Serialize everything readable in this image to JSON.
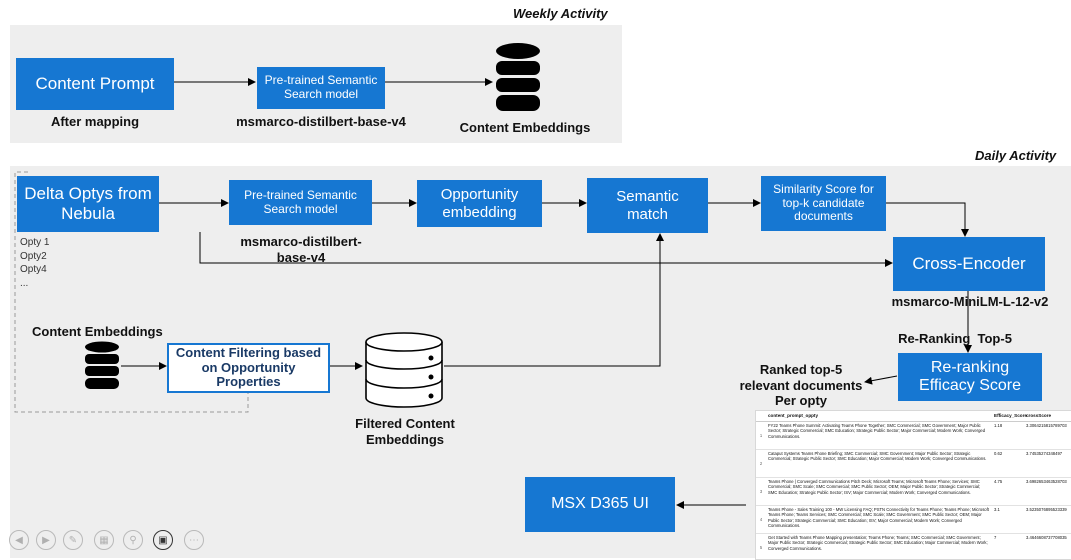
{
  "weekly": {
    "title": "Weekly Activity",
    "content_prompt": "Content Prompt",
    "after_mapping": "After mapping",
    "model_box": "Pre-trained Semantic Search model",
    "model_name": "msmarco-distilbert-base-v4",
    "content_embeddings": "Content Embeddings"
  },
  "daily": {
    "title": "Daily Activity",
    "delta_optys": "Delta Optys from Nebula",
    "opty_list": [
      "Opty 1",
      "Opty2",
      "Opty4",
      "..."
    ],
    "model_box": "Pre-trained Semantic Search model",
    "model_name": "msmarco-distilbert-base-v4",
    "opportunity_embedding": "Opportunity embedding",
    "semantic_match": "Semantic match",
    "similarity_score": "Similarity Score for top-k candidate documents",
    "cross_encoder": "Cross-Encoder",
    "cross_encoder_model": "msmarco-MiniLM-L-12-v2",
    "reranking_top5": "Re-Ranking  Top-5",
    "reranking_efficacy": "Re-ranking Efficacy Score",
    "ranked_top5": "Ranked top-5 relevant documents Per opty",
    "content_embeddings": "Content Embeddings",
    "content_filtering": "Content Filtering based on Opportunity Properties",
    "filtered_embeddings": "Filtered Content Embeddings",
    "msx_ui": "MSX D365 UI"
  },
  "table": {
    "headers": [
      "content_prompt_oppty",
      "Efficacy_Score",
      "crossScore"
    ],
    "rows": [
      {
        "idx": "1",
        "text": "FY22 Teams Phone Summit: Activating Teams Phone Together; SMC Commercial; SMC Government; Major Public Sector; Strategic Commercial; SMC Education; Strategic Public Sector; Major Commercial; Modern Work; Converged Communications.",
        "efficacy": "1.18",
        "cross": "3.3064215815789703"
      },
      {
        "idx": "2",
        "text": "Cataput Systems Teams Phone Briefing; SMC Commercial; SMC Government; Major Public Sector; Strategic Commercial; Strategic Public Sector; SMC Education; Major Commercial; Modern Work; Converged Communications.",
        "efficacy": "0.62",
        "cross": "3.74535274348497"
      },
      {
        "idx": "3",
        "text": "Teams Phone | Converged Communications Pitch Deck; Microsoft Teams; Microsoft Teams Phone; Services; SMC Commercial; SMC Scale; SMC Commercial; SMC Public Sector; OEM; Major Public Sector; Strategic Commercial; SMC Education; Strategic Public Sector; ISV; Major Commercial; Modern Work; Converged Communications.",
        "efficacy": "4.75",
        "cross": "3.6982653463528703"
      },
      {
        "idx": "4",
        "text": "Teams Phone - Sales Training 100 - MW Licensing FAQ; PSTN Connectivity for Teams Phone; Teams Phone; Microsoft Teams Phone; Teams Services; SMC Commercial; SMC Scale; SMC Government; SMC Public Sector; OEM; Major Public Sector; Strategic Commercial; SMC Education; ISV; Major Commercial; Modern Work; Converged Communications.",
        "efficacy": "3.1",
        "cross": "3.5235076895523339"
      },
      {
        "idx": "5",
        "text": "Get Started with Teams Phone Mapping presentation; Teams Phone; Teams; SMC Commercial; SMC Government; Major Public Sector; Strategic Commercial; Strategic Public Sector; SMC Education; Major Commercial; Modern Work; Converged Communications.",
        "efficacy": "7",
        "cross": "3.4646608737708035"
      }
    ]
  },
  "colors": {
    "accent_blue": "#1677d2",
    "panel_gray": "#eeeeee"
  },
  "controls": [
    "back-icon",
    "play-icon",
    "pen-icon",
    "copy-icon",
    "zoom-icon",
    "camera-icon",
    "more-icon"
  ]
}
